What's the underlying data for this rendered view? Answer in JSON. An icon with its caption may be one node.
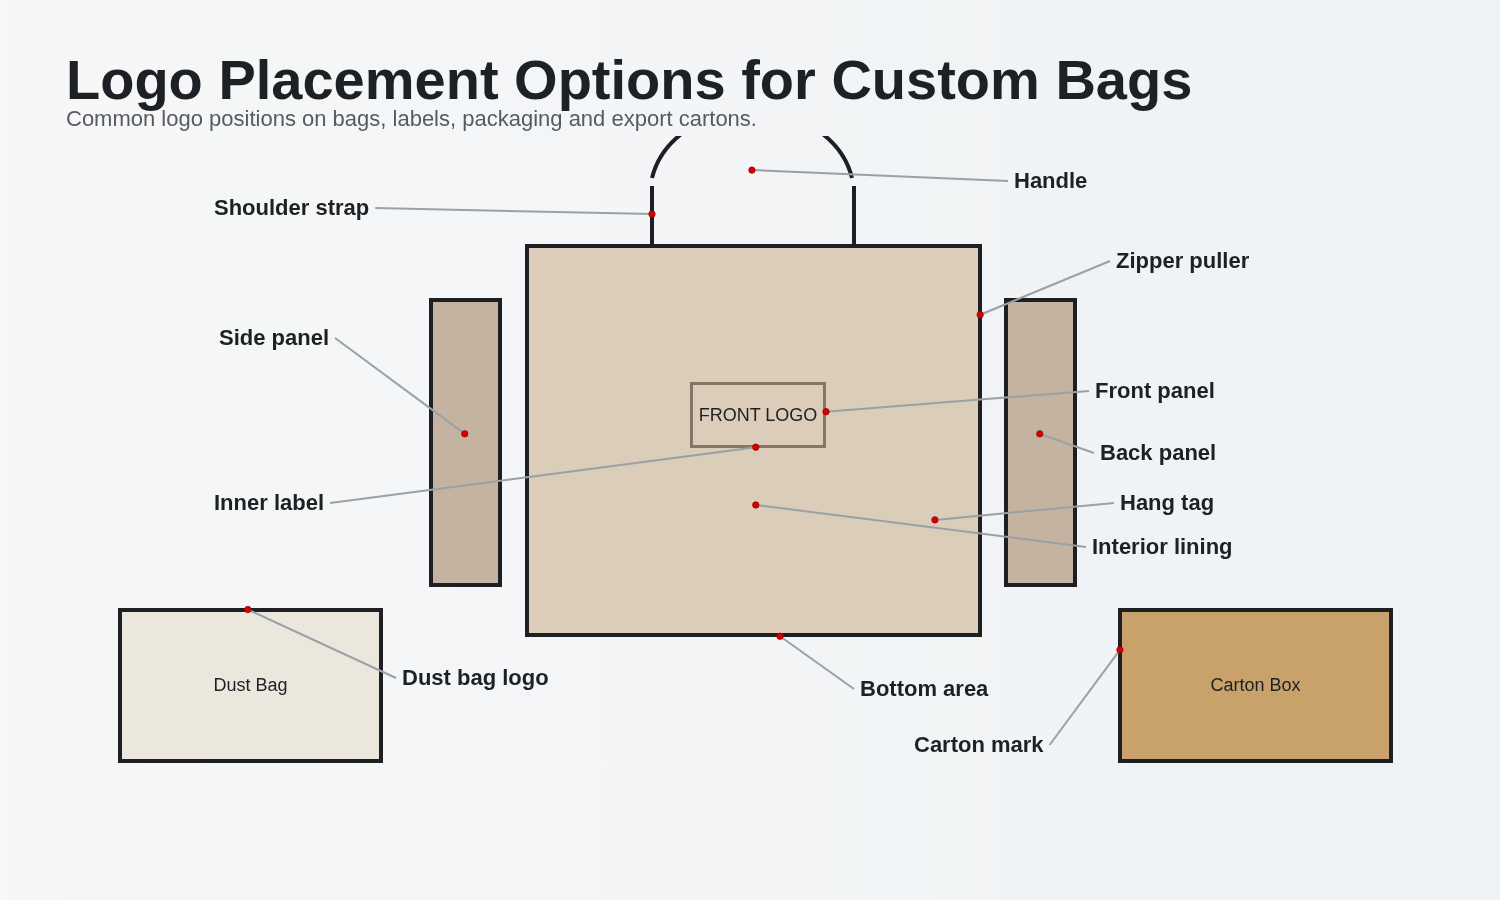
{
  "diagram": {
    "title": "Logo Placement Options for Custom Bags",
    "caption": "Common logo positions on bags, labels, packaging and export cartons.",
    "nodes": [
      {
        "text": [],
        "shape": "box"
      },
      {
        "text": [
          "FRONT LOGO"
        ],
        "in": 0
      },
      {
        "text": [],
        "shape": "bar"
      },
      {
        "text": [],
        "shape": "bar"
      },
      {
        "text": [],
        "shape": "arc"
      },
      {
        "text": [
          "Dust Bag"
        ]
      },
      {
        "text": [
          "Carton Box"
        ]
      },
      {
        "text": [
          "Shoulder strap"
        ]
      },
      {
        "text": [
          "Handle"
        ]
      },
      {
        "text": [
          "Zipper puller"
        ]
      },
      {
        "text": [
          "Side panel"
        ]
      },
      {
        "text": [
          "Back panel"
        ]
      },
      {
        "text": [
          "Front panel"
        ]
      },
      {
        "text": [
          "Inner label"
        ]
      },
      {
        "text": [
          "Hang tag"
        ]
      },
      {
        "text": [
          "Interior lining"
        ]
      },
      {
        "text": [
          "Dust bag logo"
        ]
      },
      {
        "text": [
          "Bottom area"
        ]
      },
      {
        "text": [
          "Carton mark"
        ]
      }
    ],
    "edges": [
      {
        "from": 7,
        "to": 4,
        "arrow": "other"
      },
      {
        "from": 8,
        "to": 4,
        "arrow": "other"
      },
      {
        "from": 9,
        "to": 0,
        "arrow": "other"
      },
      {
        "from": 10,
        "to": 2,
        "arrow": "other"
      },
      {
        "from": 11,
        "to": 3,
        "arrow": "other"
      },
      {
        "from": 12,
        "to": 1,
        "arrow": "other"
      },
      {
        "from": 13,
        "to": 0,
        "arrow": "other"
      },
      {
        "from": 14,
        "to": 0,
        "arrow": "other"
      },
      {
        "from": 15,
        "to": 0,
        "arrow": "other"
      },
      {
        "from": 16,
        "to": 5,
        "arrow": "other"
      },
      {
        "from": 17,
        "to": 0,
        "arrow": "other"
      },
      {
        "from": 18,
        "to": 6,
        "arrow": "other"
      }
    ]
  }
}
